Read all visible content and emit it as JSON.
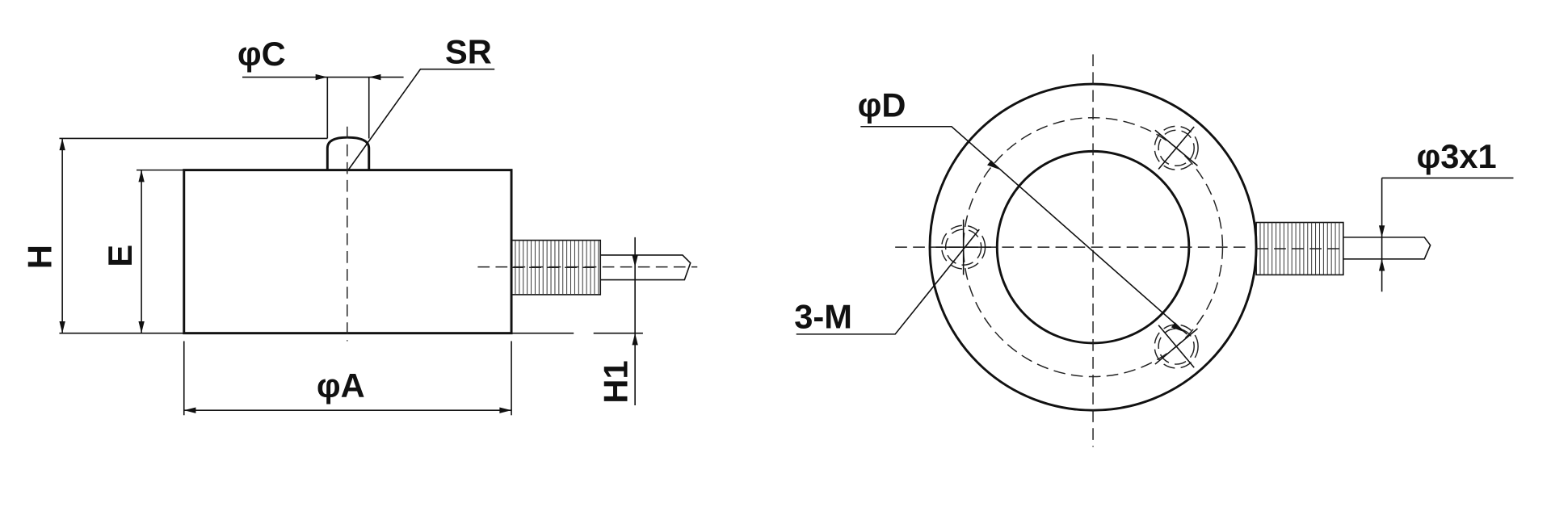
{
  "title": "Load cell dimension drawing",
  "side_view": {
    "labels": {
      "phi_c": "φC",
      "sr": "SR",
      "h": "H",
      "e": "E",
      "phi_a": "φA",
      "h1": "H1"
    }
  },
  "top_view": {
    "labels": {
      "phi_d": "φD",
      "holes": "3-M",
      "cable": "φ3x1"
    },
    "hole_count": 3
  }
}
